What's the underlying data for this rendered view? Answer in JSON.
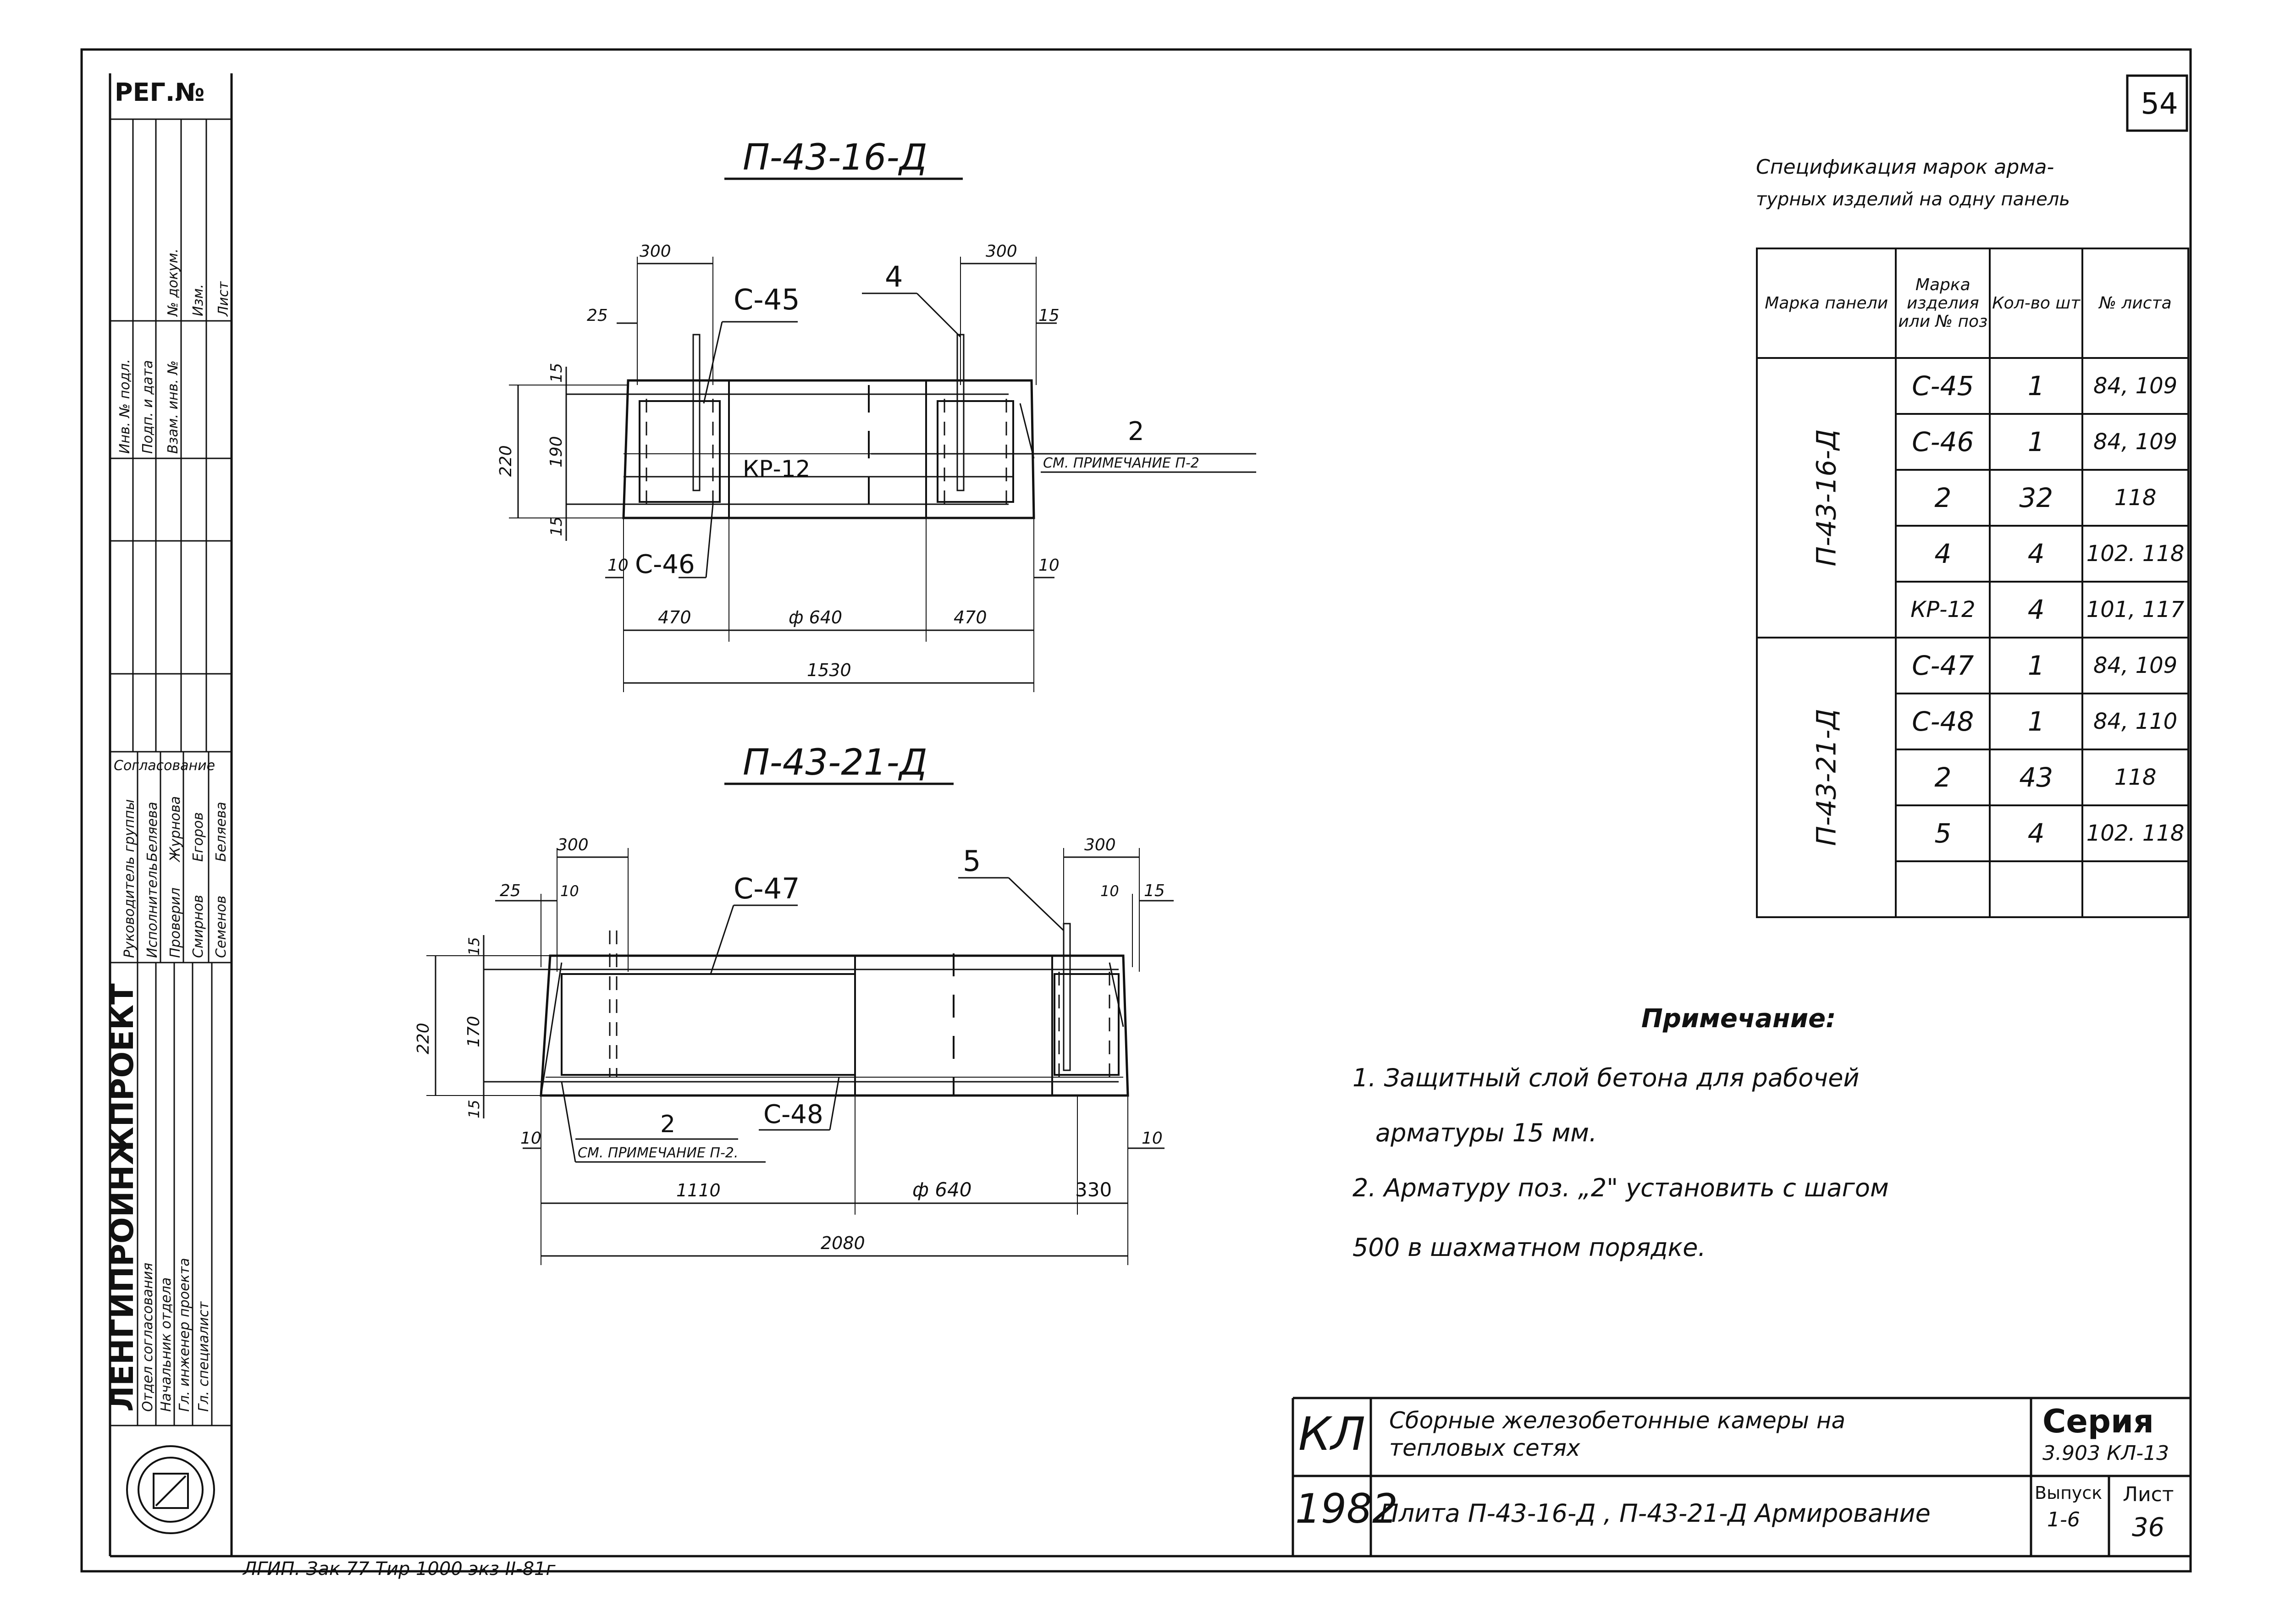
{
  "sheet_number": "54",
  "stamp_top": "РЕГ.№",
  "left_strip": {
    "org": "ЛЕНГИПРОИНЖПРОЕКТ",
    "agreement": "Согласование",
    "rows": [
      "Отдел согласования",
      "Начальник отдела",
      "Гл. инженер проекта",
      "Гл. специалист",
      "Руководитель группы",
      "Исполнитель",
      "Проверил"
    ],
    "names": [
      "Смирнов",
      "Семенов",
      "Егоров",
      "Беляева",
      "Журнова",
      "Беляева"
    ],
    "top_columns": [
      "Инв. № подл.",
      "Подп. и дата",
      "Взам. инв. №",
      "Изм.",
      "Лист",
      "№ докум."
    ]
  },
  "drawing1": {
    "title": "П-43-16-Д",
    "labels": {
      "c45": "С-45",
      "pos4": "4",
      "c46": "С-46",
      "kr": "КР-12",
      "pos2": "2",
      "note_ref": "СМ. ПРИМЕЧАНИЕ П-2"
    },
    "dims": {
      "d300a": "300",
      "d300b": "300",
      "d25": "25",
      "d15": "15",
      "h15a": "15",
      "h220": "220",
      "h190": "190",
      "h15b": "15",
      "d10a": "10",
      "d10b": "10",
      "d470a": "470",
      "dia": "ф 640",
      "d470b": "470",
      "total": "1530"
    }
  },
  "drawing2": {
    "title": "П-43-21-Д",
    "labels": {
      "c47": "С-47",
      "pos5": "5",
      "c48": "С-48",
      "pos2": "2",
      "note_ref": "СМ. ПРИМЕЧАНИЕ П-2."
    },
    "dims": {
      "d300a": "300",
      "d300b": "300",
      "d25": "25",
      "d10a": "10",
      "d10b": "10",
      "d15": "15",
      "h15a": "15",
      "h220": "220",
      "h170": "170",
      "h15b": "15",
      "d10c": "10",
      "d10d": "10",
      "d1110": "1110",
      "dia": "ф 640",
      "d330": "330",
      "total": "2080"
    }
  },
  "spec": {
    "title_line1": "Спецификация марок арма-",
    "title_line2": "турных изделий на одну панель",
    "headers": [
      "Марка панели",
      "Марка изделия или № поз",
      "Кол-во шт",
      "№ листа"
    ],
    "groups": [
      {
        "panel": "П-43-16-Д",
        "rows": [
          {
            "mark": "С-45",
            "qty": "1",
            "sheet": "84, 109"
          },
          {
            "mark": "С-46",
            "qty": "1",
            "sheet": "84, 109"
          },
          {
            "mark": "2",
            "qty": "32",
            "sheet": "118"
          },
          {
            "mark": "4",
            "qty": "4",
            "sheet": "102. 118"
          },
          {
            "mark": "КР-12",
            "qty": "4",
            "sheet": "101, 117"
          }
        ]
      },
      {
        "panel": "П-43-21-Д",
        "rows": [
          {
            "mark": "С-47",
            "qty": "1",
            "sheet": "84, 109"
          },
          {
            "mark": "С-48",
            "qty": "1",
            "sheet": "84, 110"
          },
          {
            "mark": "2",
            "qty": "43",
            "sheet": "118"
          },
          {
            "mark": "5",
            "qty": "4",
            "sheet": "102. 118"
          },
          {
            "mark": "",
            "qty": "",
            "sheet": ""
          }
        ]
      }
    ]
  },
  "notes": {
    "title": "Примечание:",
    "lines": [
      "1. Защитный слой бетона для рабочей",
      "арматуры 15 мм.",
      "2. Арматуру поз. „2\" установить с шагом",
      "500 в шахматном порядке."
    ]
  },
  "title_block": {
    "code": "КЛ",
    "year": "1982",
    "line1": "Сборные железобетонные камеры на",
    "line2": "тепловых сетях",
    "line3": "Плита П-43-16-Д , П-43-21-Д Армирование",
    "series_label": "Серия",
    "series_value": "3.903 КЛ-13",
    "issue_label": "Выпуск",
    "issue_value": "1-6",
    "sheet_label": "Лист",
    "sheet_value": "36"
  },
  "footer": "ЛГИП. Зак 77 Тир 1000 экз II-81г"
}
